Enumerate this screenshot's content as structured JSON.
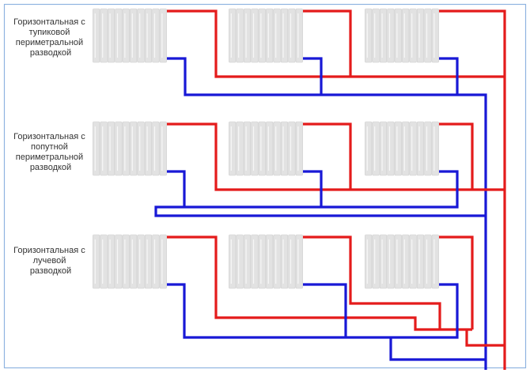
{
  "diagram": {
    "rows": [
      {
        "label_lines": [
          "Горизонтальная с",
          "тупиковой",
          "периметральной",
          "разводкой"
        ]
      },
      {
        "label_lines": [
          "Горизонтальная с",
          "попутной",
          "периметральной",
          "разводкой"
        ]
      },
      {
        "label_lines": [
          "Горизонтальная с",
          "лучевой",
          "разводкой"
        ]
      }
    ],
    "radiators_per_row": 3,
    "sections_per_radiator": 10,
    "colors": {
      "supply": "#e41b1b",
      "return": "#1818d6",
      "frame": "#8fb3e0",
      "radiator": "#e2e2e2"
    }
  }
}
